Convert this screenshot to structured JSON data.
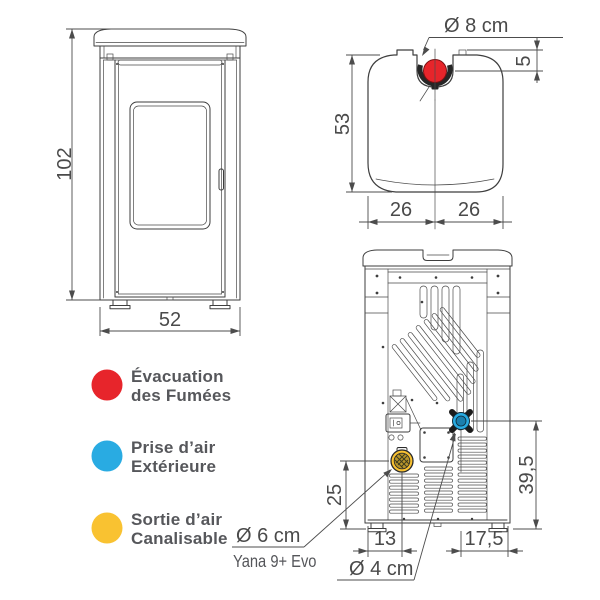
{
  "product": {
    "name": "Yana 9+ Evo"
  },
  "front_view": {
    "height": "102",
    "width": "52"
  },
  "top_view": {
    "flue_diameter": "Ø 8 cm",
    "depth": "53",
    "flue_offset": "5",
    "left_half": "26",
    "right_half": "26"
  },
  "back_view": {
    "duct_height": "25",
    "intake_height": "39,5",
    "duct_offset": "13",
    "intake_offset": "17,5",
    "duct_diameter": "Ø 6 cm",
    "intake_diameter": "Ø 4 cm"
  },
  "legend": {
    "items": [
      {
        "name": "fumes-exhaust",
        "line1": "Évacuation",
        "line2": "des Fumées",
        "color": "#e7252b"
      },
      {
        "name": "external-air-intake",
        "line1": "Prise d’air",
        "line2": "Extérieure",
        "color": "#29abe2"
      },
      {
        "name": "ductable-air-outlet",
        "line1": "Sortie d’air",
        "line2": "Canalisable",
        "color": "#f9c231"
      }
    ]
  },
  "colors": {
    "flue": "#e7252b",
    "intake": "#29abe2",
    "intake_dark": "#1b7fae",
    "duct": "#f9c231",
    "duct_dark": "#b8952b",
    "line": "#3e3e3e",
    "dim_text": "#4a4a4a"
  }
}
